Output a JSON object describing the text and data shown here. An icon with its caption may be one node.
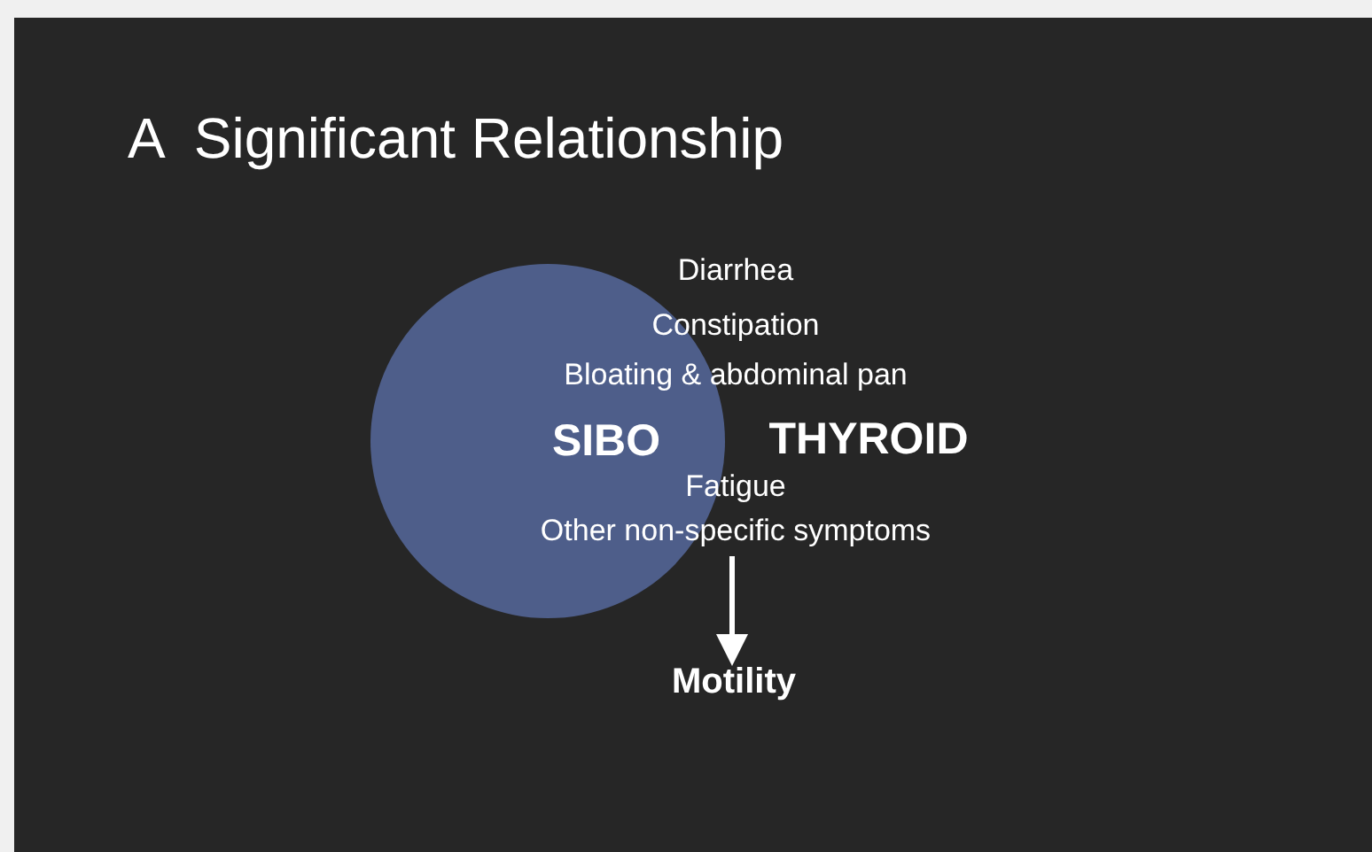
{
  "diagram": {
    "title": "A  Significant Relationship",
    "nodes": [
      {
        "text": [
          "SIBO"
        ]
      },
      {
        "text": [
          "THYROID"
        ]
      },
      {
        "text": [
          "Motility"
        ]
      }
    ],
    "edges": [
      {
        "from": 0,
        "to": 2,
        "arrow": "to"
      }
    ],
    "labels": [
      "Diarrhea",
      "Constipation",
      "Bloating & abdominal pan",
      "Fatigue",
      "Other non-specific symptoms"
    ]
  }
}
